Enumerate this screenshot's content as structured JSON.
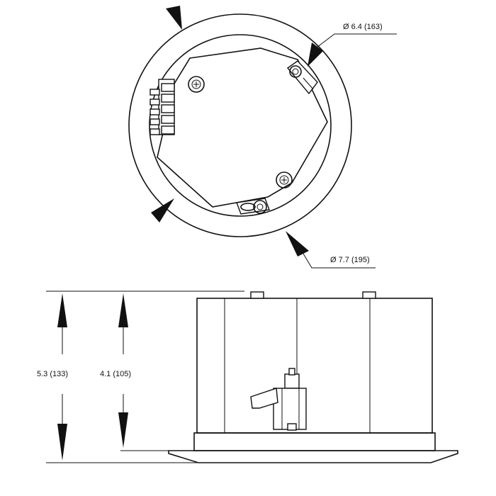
{
  "dimensions": {
    "inner_diameter": "Ø  6.4 (163)",
    "outer_diameter": "Ø 7.7 (195)",
    "total_height": "5.3 (133)",
    "body_height": "4.1 (105)"
  },
  "colors": {
    "line": "#111111",
    "background": "#ffffff"
  }
}
